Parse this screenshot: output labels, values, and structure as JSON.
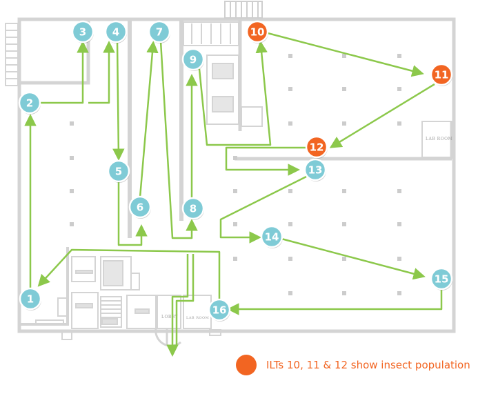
{
  "colors": {
    "wall": "#d4d4d4",
    "pillar": "#c8c8c8",
    "arrow": "#8cc84b",
    "marker_blue": "#7fcbd6",
    "marker_orange": "#f26522",
    "legend_text": "#f26522"
  },
  "floor_plan": {
    "room_labels": {
      "lab_room_1": "LAB ROOM",
      "lab_room_2": "LAB ROOM",
      "lobby": "LOBBY"
    }
  },
  "markers": [
    {
      "id": "1",
      "label": "1",
      "highlight": false
    },
    {
      "id": "2",
      "label": "2",
      "highlight": false
    },
    {
      "id": "3",
      "label": "3",
      "highlight": false
    },
    {
      "id": "4",
      "label": "4",
      "highlight": false
    },
    {
      "id": "5",
      "label": "5",
      "highlight": false
    },
    {
      "id": "6",
      "label": "6",
      "highlight": false
    },
    {
      "id": "7",
      "label": "7",
      "highlight": false
    },
    {
      "id": "8",
      "label": "8",
      "highlight": false
    },
    {
      "id": "9",
      "label": "9",
      "highlight": false
    },
    {
      "id": "10",
      "label": "10",
      "highlight": true
    },
    {
      "id": "11",
      "label": "11",
      "highlight": true
    },
    {
      "id": "12",
      "label": "12",
      "highlight": true
    },
    {
      "id": "13",
      "label": "13",
      "highlight": false
    },
    {
      "id": "14",
      "label": "14",
      "highlight": false
    },
    {
      "id": "15",
      "label": "15",
      "highlight": false
    },
    {
      "id": "16",
      "label": "16",
      "highlight": false
    }
  ],
  "legend": {
    "text": "ILTs 10, 11 & 12 show insect population"
  }
}
